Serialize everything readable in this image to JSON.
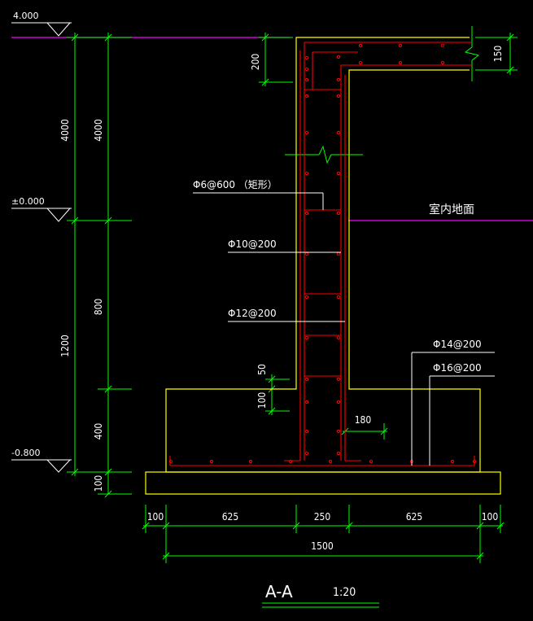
{
  "levels": {
    "top": "4.000",
    "zero": "±0.000",
    "bottom": "-0.800"
  },
  "dims_left": {
    "outer_upper": "4000",
    "inner_upper": "4000",
    "outer_lower": "1200",
    "inner_800": "800",
    "inner_400": "400",
    "inner_100": "100"
  },
  "dims_top": {
    "d200": "200",
    "d150": "150"
  },
  "dims_mid": {
    "d50": "50",
    "d100": "100",
    "d180": "180"
  },
  "dims_bottom": {
    "left_100": "100",
    "left_625": "625",
    "mid_250": "250",
    "right_625": "625",
    "right_100": "100",
    "total_1500": "1500"
  },
  "labels": {
    "indoor_floor": "室内地面",
    "phi6": "Φ6@600 （矩形）",
    "phi10": "Φ10@200",
    "phi12": "Φ12@200",
    "phi14": "Φ14@200",
    "phi16": "Φ16@200"
  },
  "title": {
    "section": "A-A",
    "scale": "1:20"
  },
  "colors": {
    "background": "#000000",
    "dimension": "#00ff00",
    "concrete_outline": "#ffff00",
    "rebar": "#ff0000",
    "floor_line": "#ff00ff",
    "text": "#ffffff"
  }
}
